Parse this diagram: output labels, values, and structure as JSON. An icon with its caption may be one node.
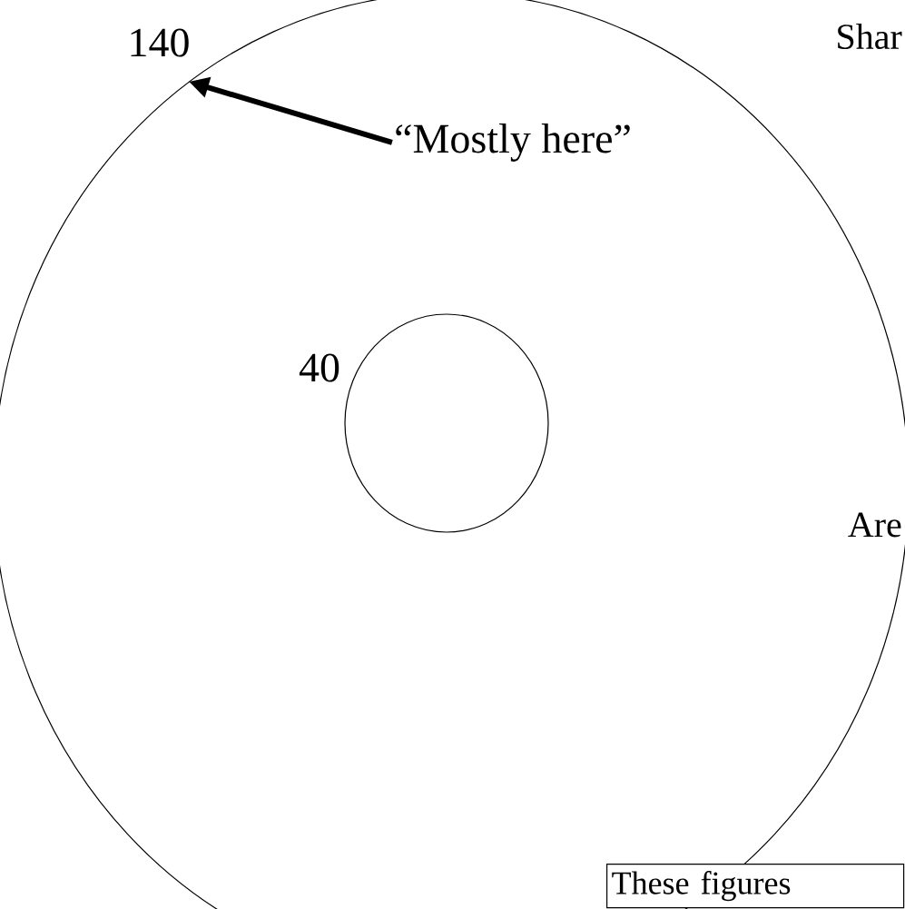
{
  "diagram": {
    "nodes": [
      {
        "text": [],
        "shape": "circle",
        "beside": [
          "140"
        ]
      },
      {
        "text": [],
        "shape": "circle",
        "in": 0,
        "beside": [
          "40"
        ]
      },
      {
        "text": [
          "“Mostly here”"
        ],
        "in": 0
      },
      {
        "text": [
          "These figures"
        ]
      }
    ],
    "edges": [
      {
        "from": 2,
        "to": 0,
        "arrow": "to"
      }
    ],
    "labels": [
      "Shar",
      "Are"
    ]
  }
}
